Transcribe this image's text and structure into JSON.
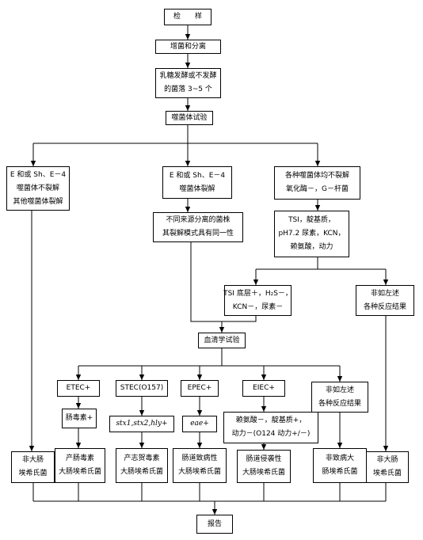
{
  "nodes": {
    "sample": [
      "检　　样"
    ],
    "enrich": [
      "增菌和分离"
    ],
    "pick": [
      "乳糖发酵或不发酵",
      "的菌落 3~5 个"
    ],
    "phage": [
      "噬菌体试验"
    ],
    "notlyse": [
      "E 和或 Sh、E－4",
      "噬菌体不裂解",
      "其他噬菌体裂解"
    ],
    "lyse": [
      "E 和或 Sh、E－4",
      "噬菌体裂解"
    ],
    "allnot": [
      "各种噬菌体均不裂解",
      "氧化酶－，G－杆菌"
    ],
    "same": [
      "不同来源分离的菌株",
      "其裂解模式具有同一性"
    ],
    "tsi": [
      "TSI，靛基质，",
      "pH7.2 尿素，KCN，",
      "赖氨酸，动力"
    ],
    "tsires": [
      "TSI 底层＋，H₂S－，",
      "KCN－，尿素－"
    ],
    "notlike1": [
      "非如左述",
      "各种反应结果"
    ],
    "sero": [
      "血清学试验"
    ],
    "etec": [
      "ETEC+"
    ],
    "stec": [
      "STEC(O157)"
    ],
    "epec": [
      "EPEC+"
    ],
    "eiec": [
      "EIEC+"
    ],
    "notlike2": [
      "非如左述",
      "各种反应结果"
    ],
    "toxin": [
      "肠毒素+"
    ],
    "stx": [
      "stx1,stx2,hly+"
    ],
    "eae": [
      "eae+"
    ],
    "eiecres": [
      "赖氨酸－，靛基质+，",
      "动力－(O124 动力+/－)"
    ],
    "non1": [
      "非大肠",
      "埃希氏菌"
    ],
    "r_etec": [
      "产肠毒素",
      "大肠埃希氏菌"
    ],
    "r_stec": [
      "产志贺毒素",
      "大肠埃希氏菌"
    ],
    "r_epec": [
      "肠道致病性",
      "大肠埃希氏菌"
    ],
    "r_eiec": [
      "肠道侵袭性",
      "大肠埃希氏菌"
    ],
    "r_nonpath": [
      "非致病大",
      "肠埃希氏菌"
    ],
    "non2": [
      "非大肠",
      "埃希氏菌"
    ],
    "report": [
      "报告"
    ]
  }
}
